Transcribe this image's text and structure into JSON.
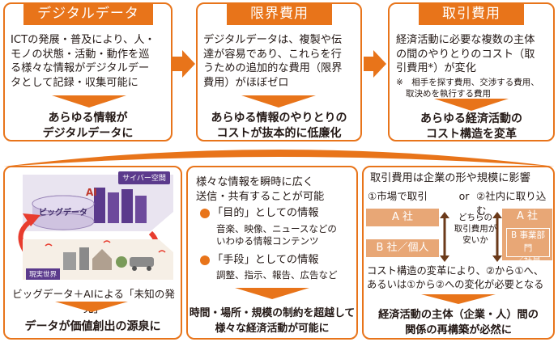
{
  "top": {
    "digital": {
      "title": "デジタルデータ",
      "lines": [
        "ICTの発展・普及により、人・",
        "モノの状態・活動・動作を巡",
        "る様々な情報がデジタルデー",
        "タとして記録・収集可能に"
      ],
      "conclusion": [
        "あらゆる情報が",
        "デジタルデータに"
      ]
    },
    "marginal": {
      "title": "限界費用",
      "lines": [
        "デジタルデータは、複製や伝",
        "達が容易であり、これらを行",
        "うための追加的な費用（限界",
        "費用）がほぼゼロ"
      ],
      "conclusion": [
        "あらゆる情報のやりとりの",
        "コストが抜本的に低廉化"
      ]
    },
    "transaction": {
      "title": "取引費用",
      "lines": [
        "経済活動に必要な複数の主体",
        "の間のやりとりのコスト（取",
        "引費用*）が変化"
      ],
      "note": [
        "※　相手を探す費用、交渉する費用、",
        "取決めを執行する費用"
      ],
      "conclusion": [
        "あらゆる経済活動の",
        "コスト構造を変革"
      ]
    }
  },
  "bottom": {
    "left": {
      "cyber_label": "サイバー空間",
      "ai_label": "AI",
      "bigdata_label": "ビッグデータ",
      "real_label": "現実世界",
      "caption": "ビッグデータ＋AIによる「未知の発見」",
      "conclusion": "データが価値創出の源泉に"
    },
    "middle": {
      "intro": [
        "様々な情報を瞬時に広く",
        "送信・共有することが可能"
      ],
      "item1_title": "「目的」としての情報",
      "item1_detail": [
        "音楽、映像、ニュースなどの",
        "いわゆる情報コンテンツ"
      ],
      "item2_title": "「手段」としての情報",
      "item2_detail": "調整、指示、報告、広告など",
      "conclusion": [
        "時間・場所・規模の制約を超越して",
        "様々な経済活動が可能に"
      ]
    },
    "right": {
      "heading": "取引費用は企業の形や規模に影響",
      "option1": "①市場で取引",
      "or": "or",
      "option2": "②社内に取り込む",
      "a_company_left": "A 社",
      "b_company": "B 社／個人",
      "middle_label": [
        "どちらの",
        "取引費用が",
        "安いか"
      ],
      "a_company_right": "A 社",
      "b_department": [
        "B 事業部門",
        "／社員"
      ],
      "change_text": [
        "コスト構造の変革により、②から①へ、",
        "あるいは①から②への変化が必要となる"
      ],
      "conclusion": [
        "経済活動の主体（企業・人）間の",
        "関係の再構築が必然に"
      ]
    }
  },
  "colors": {
    "accent": "#e8741a",
    "accent_light": "#e8a776",
    "text": "#231815"
  }
}
